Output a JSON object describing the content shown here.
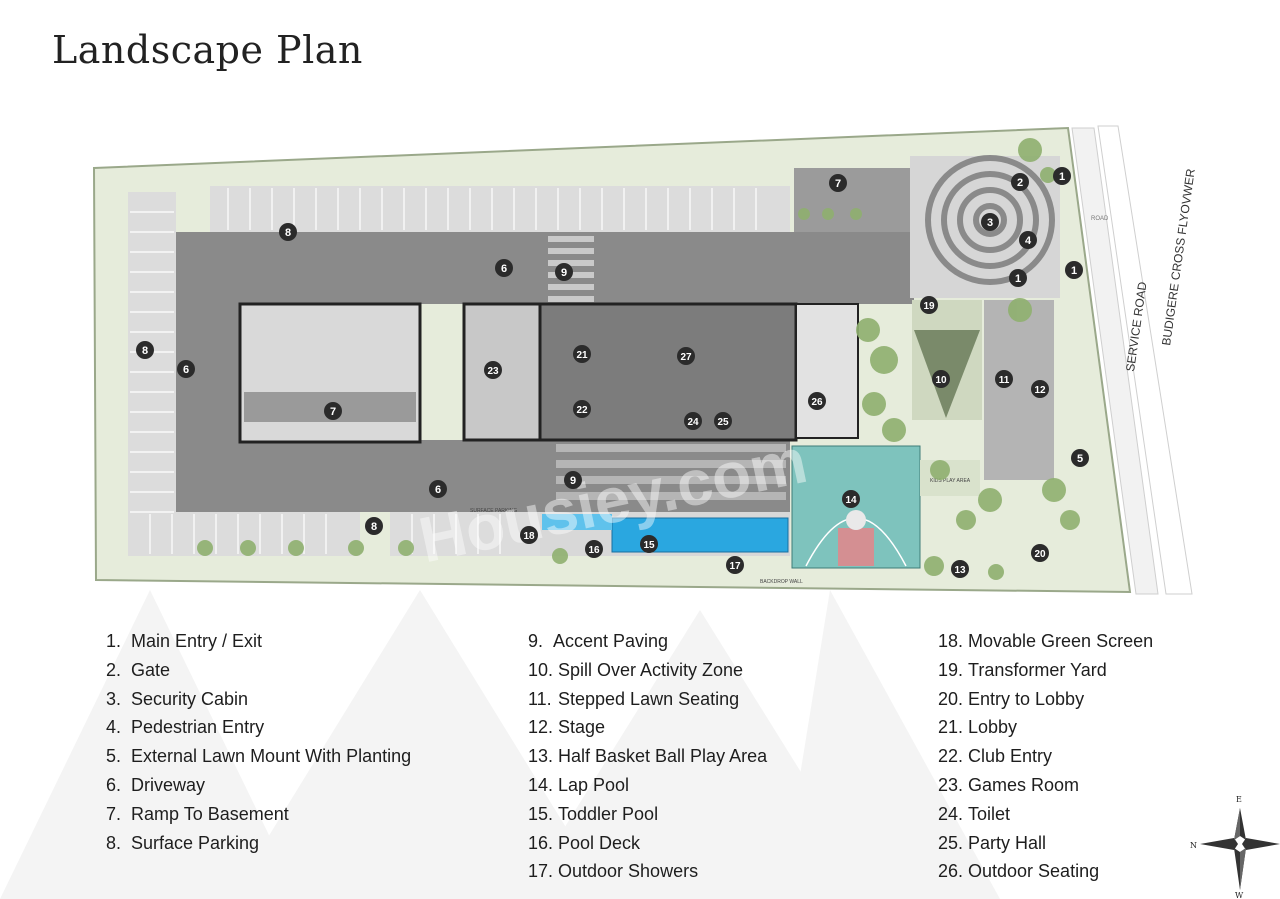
{
  "title": "Landscape Plan",
  "watermark": "Housiey.com",
  "roads": {
    "service_road": "SERVICE ROAD",
    "flyover": "BUDIGERE CROSS FLYOVWER",
    "road": "ROAD"
  },
  "plan_labels": {
    "kids_play_area": "KIDS PLAY AREA",
    "surface_parking": "SURFACE PARKING",
    "backdrop_wall": "BACKDROP WALL"
  },
  "markers": [
    "1",
    "1",
    "1",
    "2",
    "3",
    "4",
    "5",
    "6",
    "6",
    "6",
    "7",
    "7",
    "8",
    "8",
    "8",
    "9",
    "9",
    "10",
    "11",
    "12",
    "13",
    "14",
    "15",
    "16",
    "17",
    "18",
    "19",
    "20",
    "21",
    "22",
    "23",
    "24",
    "25",
    "26",
    "27"
  ],
  "legend": {
    "col1": [
      {
        "num": "1.",
        "label": "Main Entry / Exit"
      },
      {
        "num": "2.",
        "label": "Gate"
      },
      {
        "num": "3.",
        "label": "Security Cabin"
      },
      {
        "num": "4.",
        "label": "Pedestrian Entry"
      },
      {
        "num": "5.",
        "label": "External Lawn Mount With Planting"
      },
      {
        "num": "6.",
        "label": "Driveway"
      },
      {
        "num": "7.",
        "label": "Ramp To Basement"
      },
      {
        "num": "8.",
        "label": "Surface Parking"
      }
    ],
    "col2": [
      {
        "num": "9.",
        "label": "Accent Paving"
      },
      {
        "num": "10.",
        "label": "Spill Over Activity Zone"
      },
      {
        "num": "11.",
        "label": "Stepped Lawn Seating"
      },
      {
        "num": "12.",
        "label": "Stage"
      },
      {
        "num": "13.",
        "label": "Half Basket Ball Play Area"
      },
      {
        "num": "14.",
        "label": "Lap Pool"
      },
      {
        "num": "15.",
        "label": "Toddler Pool"
      },
      {
        "num": "16.",
        "label": "Pool Deck"
      },
      {
        "num": "17.",
        "label": "Outdoor Showers"
      }
    ],
    "col3": [
      {
        "num": "18.",
        "label": "Movable Green Screen"
      },
      {
        "num": "19.",
        "label": "Transformer Yard"
      },
      {
        "num": "20.",
        "label": "Entry to Lobby"
      },
      {
        "num": "21.",
        "label": "Lobby"
      },
      {
        "num": "22.",
        "label": "Club Entry"
      },
      {
        "num": "23.",
        "label": "Games Room"
      },
      {
        "num": "24.",
        "label": "Toilet"
      },
      {
        "num": "25.",
        "label": "Party Hall"
      },
      {
        "num": "26.",
        "label": "Outdoor Seating"
      }
    ]
  },
  "compass": {
    "n": "N",
    "e": "E",
    "w": "W"
  },
  "colors": {
    "lawn": "#e4ead8",
    "paving": "#8d8d8d",
    "dark_paving": "#6c6c6c",
    "court": "#7ec3bd",
    "pool": "#2aa7e0",
    "marker": "#2b2b2b",
    "tree": "#8fb06f"
  }
}
